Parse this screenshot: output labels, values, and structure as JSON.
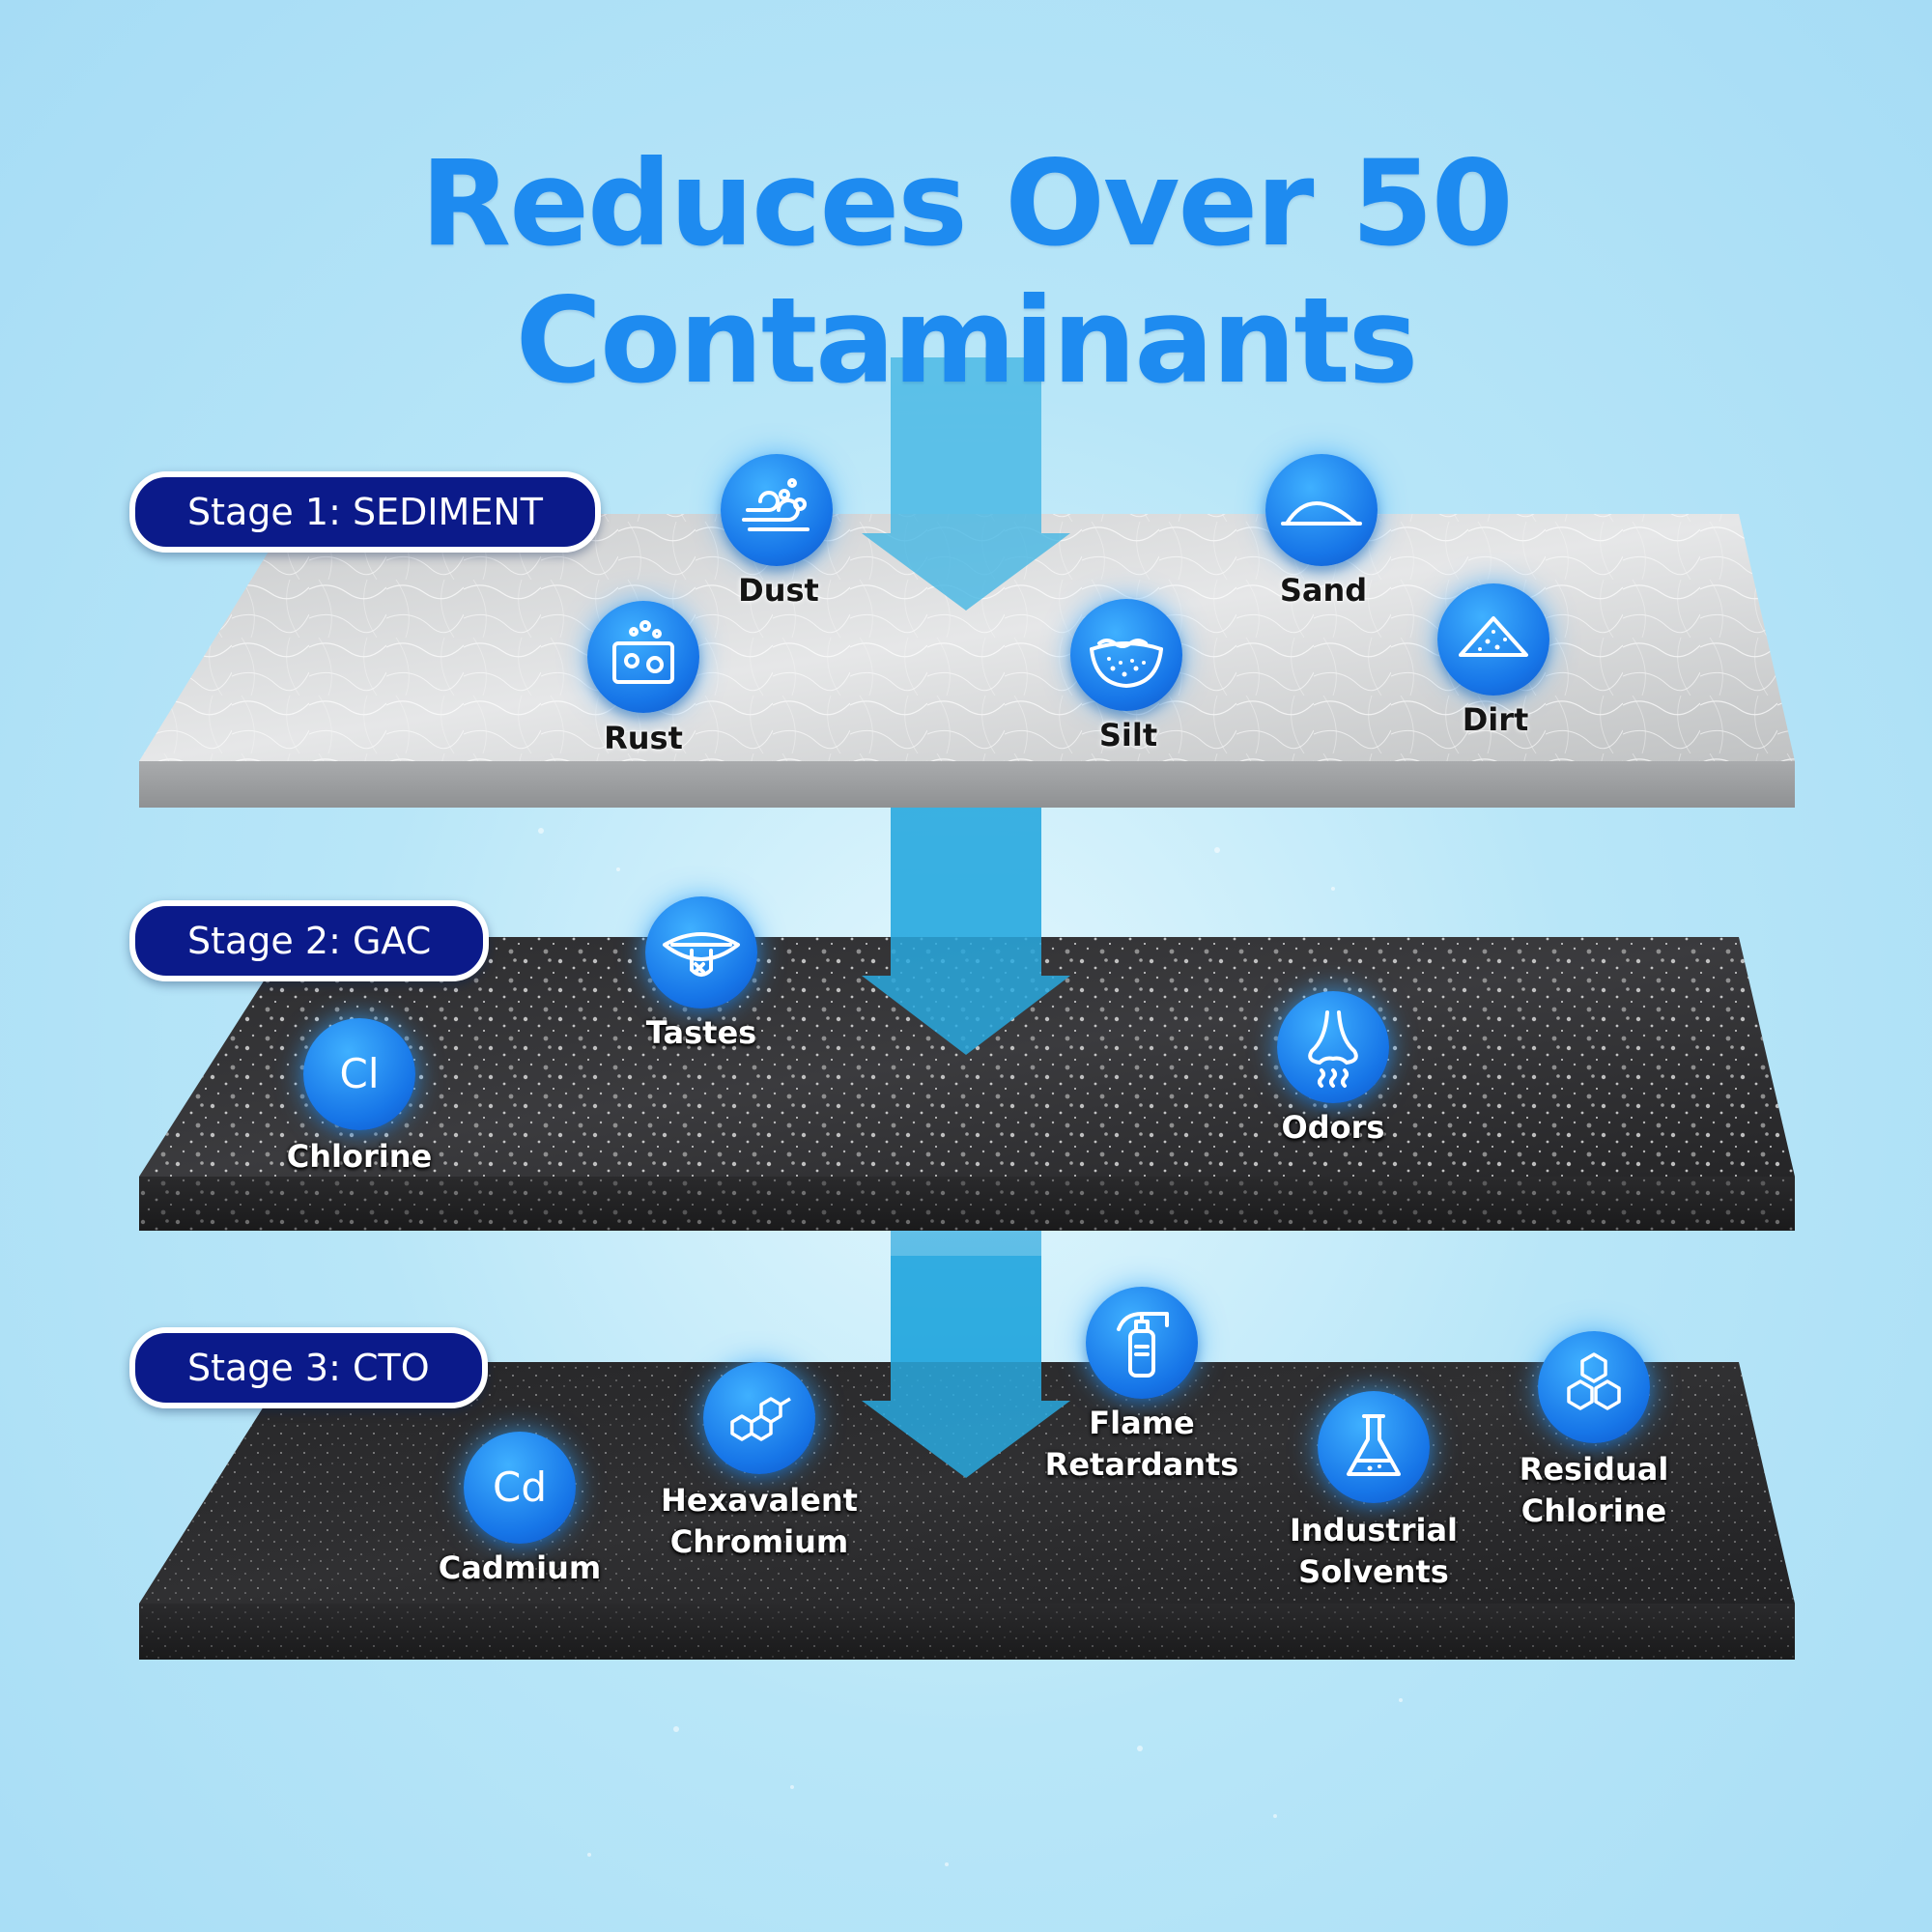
{
  "title": "Reduces Over 50 Contaminants",
  "stages": [
    {
      "label": "Stage 1: SEDIMENT",
      "items": [
        {
          "name": "Dust",
          "icon": "dust-icon"
        },
        {
          "name": "Rust",
          "icon": "rust-icon"
        },
        {
          "name": "Silt",
          "icon": "silt-icon"
        },
        {
          "name": "Sand",
          "icon": "sand-icon"
        },
        {
          "name": "Dirt",
          "icon": "dirt-icon"
        }
      ]
    },
    {
      "label": "Stage 2: GAC",
      "items": [
        {
          "name": "Chlorine",
          "icon": "chlorine-icon",
          "symbol": "Cl"
        },
        {
          "name": "Tastes",
          "icon": "taste-icon"
        },
        {
          "name": "Odors",
          "icon": "nose-icon"
        }
      ]
    },
    {
      "label": "Stage 3: CTO",
      "items": [
        {
          "name": "Cadmium",
          "icon": "cadmium-icon",
          "symbol": "Cd"
        },
        {
          "name_line1": "Hexavalent",
          "name_line2": "Chromium",
          "icon": "molecule-icon"
        },
        {
          "name_line1": "Flame",
          "name_line2": "Retardants",
          "icon": "extinguisher-icon"
        },
        {
          "name_line1": "Industrial",
          "name_line2": "Solvents",
          "icon": "flask-icon"
        },
        {
          "name_line1": "Residual",
          "name_line2": "Chlorine",
          "icon": "hexagon-cluster-icon"
        }
      ]
    }
  ],
  "colors": {
    "title": "#1e8bf0",
    "pill": "#0b1a8a",
    "icon": "#1776e8",
    "arrow": "#29a9df"
  }
}
